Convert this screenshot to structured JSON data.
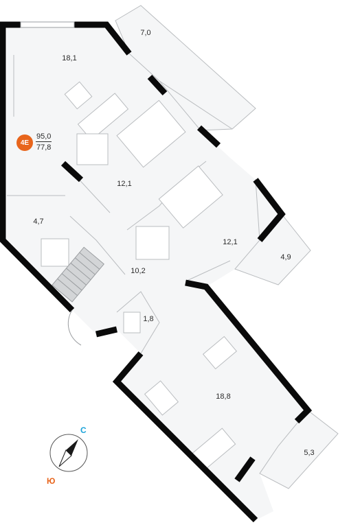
{
  "unit": {
    "code": "4E",
    "total_area": "95,0",
    "living_area": "77,8",
    "badge_color": "#e8651c"
  },
  "rooms": [
    {
      "id": "living-18-1",
      "label": "18,1"
    },
    {
      "id": "balcony-7-0",
      "label": "7,0"
    },
    {
      "id": "bedroom-12-1-a",
      "label": "12,1"
    },
    {
      "id": "bathroom-4-7",
      "label": "4,7"
    },
    {
      "id": "bedroom-12-1-b",
      "label": "12,1"
    },
    {
      "id": "balcony-4-9",
      "label": "4,9"
    },
    {
      "id": "hall-10-2",
      "label": "10,2"
    },
    {
      "id": "wc-1-8",
      "label": "1,8"
    },
    {
      "id": "kitchen-18-8",
      "label": "18,8"
    },
    {
      "id": "balcony-5-3",
      "label": "5,3"
    }
  ],
  "compass": {
    "north": "С",
    "south": "Ю",
    "north_color": "#1aa3d9",
    "south_color": "#e8651c"
  },
  "colors": {
    "wall": "#0a0a0a",
    "floor": "#f5f6f7",
    "line": "#b9bcbf"
  }
}
